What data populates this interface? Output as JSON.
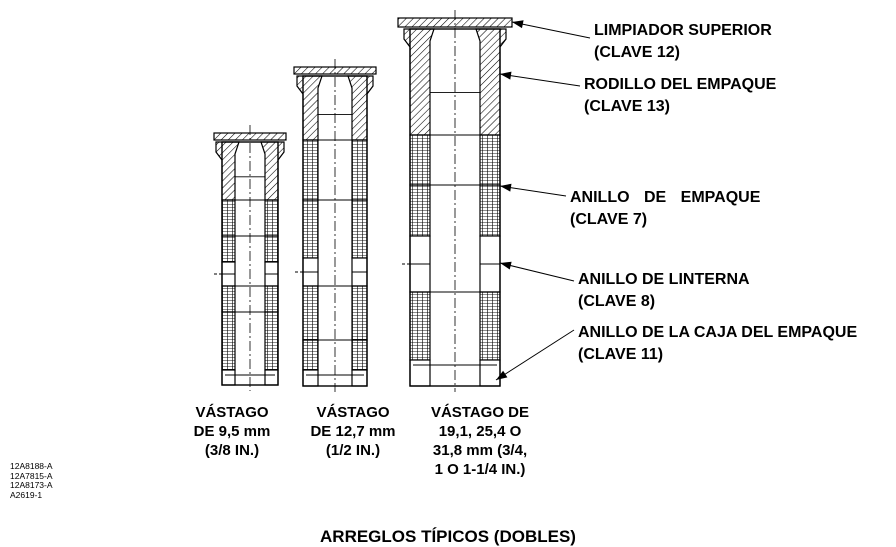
{
  "callouts": [
    {
      "name": "LIMPIADOR SUPERIOR",
      "key": "(CLAVE 12)"
    },
    {
      "name": "RODILLO DEL EMPAQUE",
      "key": "(CLAVE 13)"
    },
    {
      "name": "ANILLO DE EMPAQUE",
      "key": "(CLAVE 7)"
    },
    {
      "name": "ANILLO DE LINTERNA",
      "key": "(CLAVE 8)"
    },
    {
      "name": "ANILLO DE LA CAJA DEL EMPAQUE",
      "key": "(CLAVE 11)"
    }
  ],
  "stems": [
    {
      "lines": [
        "VÁSTAGO",
        "DE 9,5 mm",
        "(3/8 IN.)"
      ]
    },
    {
      "lines": [
        "VÁSTAGO",
        "DE 12,7 mm",
        "(1/2 IN.)"
      ]
    },
    {
      "lines": [
        "VÁSTAGO DE",
        "19,1, 25,4 O",
        "31,8 mm (3/4,",
        "1 O 1-1/4 IN.)"
      ]
    }
  ],
  "doc_codes": [
    "12A8188-A",
    "12A7815-A",
    "12A8173-A",
    "A2619-1"
  ],
  "title": "ARREGLOS TÍPICOS (DOBLES)"
}
